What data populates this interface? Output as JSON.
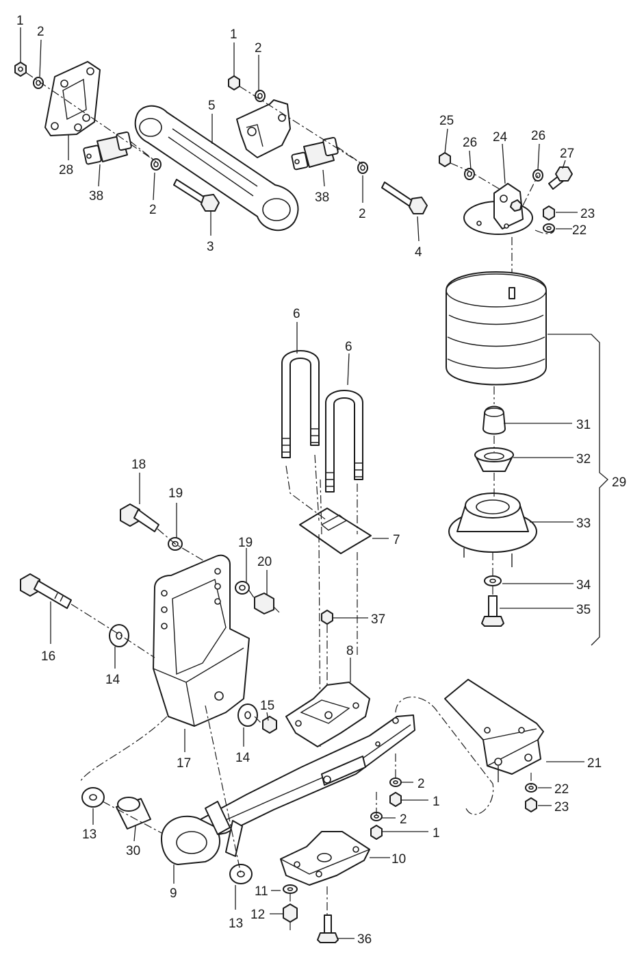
{
  "callouts": [
    {
      "id": "c1a",
      "text": "1"
    },
    {
      "id": "c2a",
      "text": "2"
    },
    {
      "id": "c28",
      "text": "28"
    },
    {
      "id": "c38a",
      "text": "38"
    },
    {
      "id": "c2b",
      "text": "2"
    },
    {
      "id": "c3",
      "text": "3"
    },
    {
      "id": "c5",
      "text": "5"
    },
    {
      "id": "c1b",
      "text": "1"
    },
    {
      "id": "c2c",
      "text": "2"
    },
    {
      "id": "c38b",
      "text": "38"
    },
    {
      "id": "c2d",
      "text": "2"
    },
    {
      "id": "c4",
      "text": "4"
    },
    {
      "id": "c25",
      "text": "25"
    },
    {
      "id": "c26a",
      "text": "26"
    },
    {
      "id": "c24",
      "text": "24"
    },
    {
      "id": "c26b",
      "text": "26"
    },
    {
      "id": "c27",
      "text": "27"
    },
    {
      "id": "c23a",
      "text": "23"
    },
    {
      "id": "c22a",
      "text": "22"
    },
    {
      "id": "c6a",
      "text": "6"
    },
    {
      "id": "c6b",
      "text": "6"
    },
    {
      "id": "c31",
      "text": "31"
    },
    {
      "id": "c32",
      "text": "32"
    },
    {
      "id": "c29",
      "text": "29"
    },
    {
      "id": "c33",
      "text": "33"
    },
    {
      "id": "c34",
      "text": "34"
    },
    {
      "id": "c35",
      "text": "35"
    },
    {
      "id": "c18",
      "text": "18"
    },
    {
      "id": "c19a",
      "text": "19"
    },
    {
      "id": "c7",
      "text": "7"
    },
    {
      "id": "c19b",
      "text": "19"
    },
    {
      "id": "c20",
      "text": "20"
    },
    {
      "id": "c37",
      "text": "37"
    },
    {
      "id": "c16",
      "text": "16"
    },
    {
      "id": "c14a",
      "text": "14"
    },
    {
      "id": "c8",
      "text": "8"
    },
    {
      "id": "c15",
      "text": "15"
    },
    {
      "id": "c14b",
      "text": "14"
    },
    {
      "id": "c17",
      "text": "17"
    },
    {
      "id": "c21",
      "text": "21"
    },
    {
      "id": "c2e",
      "text": "2"
    },
    {
      "id": "c1c",
      "text": "1"
    },
    {
      "id": "c22b",
      "text": "22"
    },
    {
      "id": "c23b",
      "text": "23"
    },
    {
      "id": "c2f",
      "text": "2"
    },
    {
      "id": "c1d",
      "text": "1"
    },
    {
      "id": "c13a",
      "text": "13"
    },
    {
      "id": "c30",
      "text": "30"
    },
    {
      "id": "c10",
      "text": "10"
    },
    {
      "id": "c9",
      "text": "9"
    },
    {
      "id": "c11",
      "text": "11"
    },
    {
      "id": "c12",
      "text": "12"
    },
    {
      "id": "c13b",
      "text": "13"
    },
    {
      "id": "c36",
      "text": "36"
    }
  ]
}
